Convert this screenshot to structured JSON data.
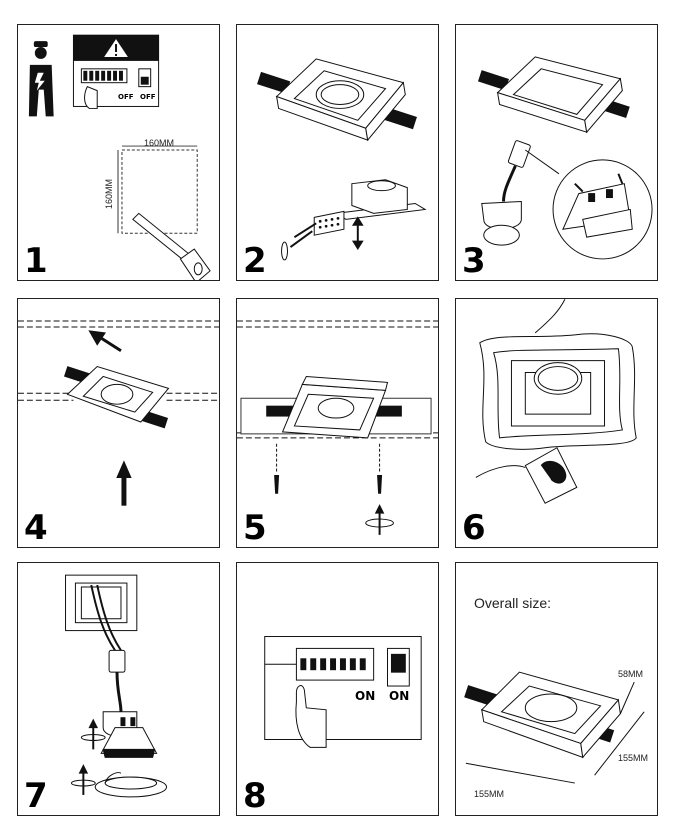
{
  "steps": [
    {
      "number": "1",
      "labels": {
        "width": "160MM",
        "height": "160MM",
        "off1": "OFF",
        "off2": "OFF"
      }
    },
    {
      "number": "2"
    },
    {
      "number": "3"
    },
    {
      "number": "4"
    },
    {
      "number": "5"
    },
    {
      "number": "6"
    },
    {
      "number": "7"
    },
    {
      "number": "8",
      "labels": {
        "on1": "ON",
        "on2": "ON"
      }
    }
  ],
  "overall": {
    "title": "Overall size:",
    "height": "58MM",
    "depth": "155MM",
    "width": "155MM"
  }
}
